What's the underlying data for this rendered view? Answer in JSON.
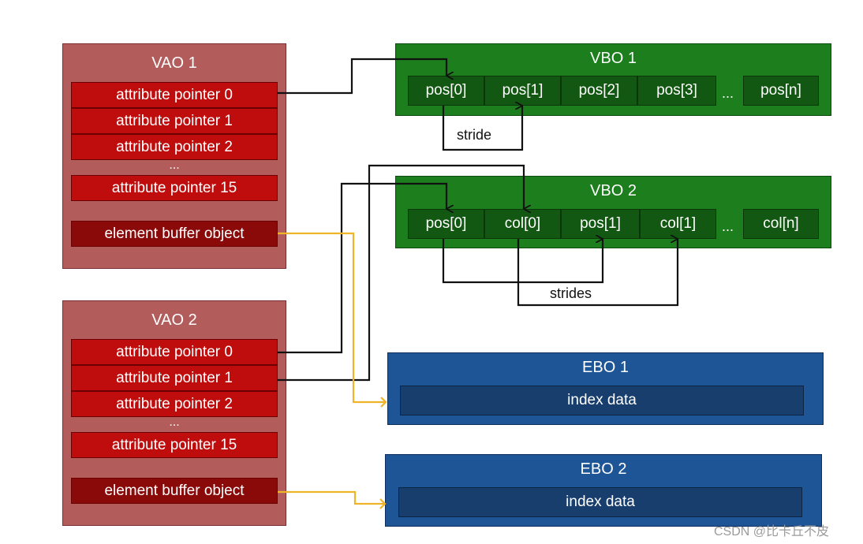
{
  "vaos": [
    {
      "title": "VAO 1",
      "attrs": [
        "attribute pointer 0",
        "attribute pointer 1",
        "attribute pointer 2",
        "attribute pointer 15"
      ],
      "ellipsis": "...",
      "ebo_label": "element buffer object"
    },
    {
      "title": "VAO 2",
      "attrs": [
        "attribute pointer 0",
        "attribute pointer 1",
        "attribute pointer 2",
        "attribute pointer 15"
      ],
      "ellipsis": "...",
      "ebo_label": "element buffer object"
    }
  ],
  "vbos": [
    {
      "title": "VBO 1",
      "cells": [
        "pos[0]",
        "pos[1]",
        "pos[2]",
        "pos[3]"
      ],
      "ellipsis": "...",
      "last": "pos[n]",
      "stride_label": "stride"
    },
    {
      "title": "VBO 2",
      "cells": [
        "pos[0]",
        "col[0]",
        "pos[1]",
        "col[1]"
      ],
      "ellipsis": "...",
      "last": "col[n]",
      "stride_label": "strides"
    }
  ],
  "ebos": [
    {
      "title": "EBO 1",
      "content": "index data"
    },
    {
      "title": "EBO 2",
      "content": "index data"
    }
  ],
  "colors": {
    "vao": "#b35c5c",
    "attr": "#bf0d0d",
    "vbo": "#1d7e1d",
    "vbo_cell": "#125812",
    "ebo": "#1e5596",
    "ebo_inner": "#173e6d",
    "attr_wire": "#111111",
    "ebo_wire": "#f0b429"
  },
  "watermark": "CSDN @比卡丘不皮"
}
